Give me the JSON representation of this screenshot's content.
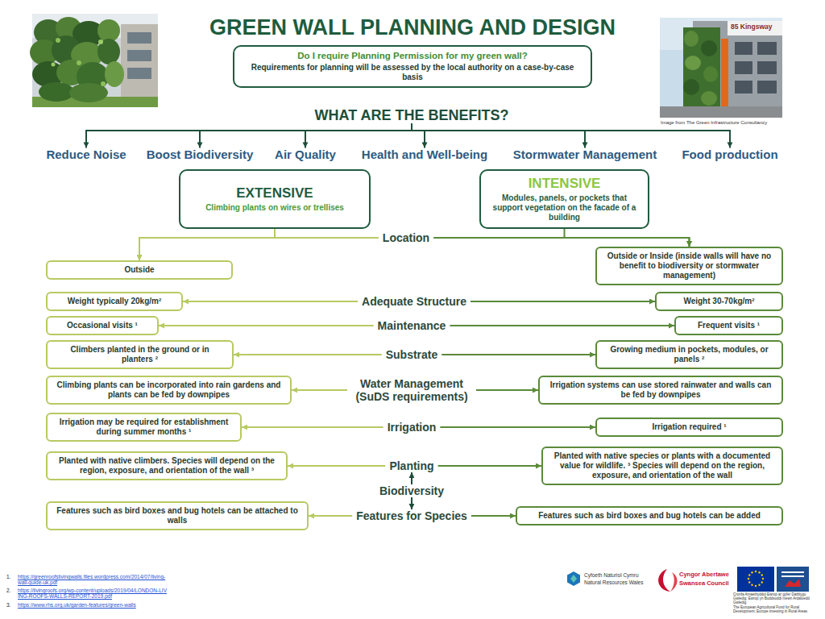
{
  "diagram": {
    "title": "GREEN WALL PLANNING AND DESIGN",
    "nodes": [
      {
        "text": [
          "Do I require Planning Permission for my green wall?",
          "Requirements for planning will be assessed by the local authority on a case-by-case basis"
        ]
      },
      {
        "text": [
          "WHAT ARE THE BENEFITS?"
        ]
      },
      {
        "text": [
          "Reduce Noise"
        ]
      },
      {
        "text": [
          "Boost Biodiversity"
        ]
      },
      {
        "text": [
          "Air Quality"
        ]
      },
      {
        "text": [
          "Health and Well-being"
        ]
      },
      {
        "text": [
          "Stormwater Management"
        ]
      },
      {
        "text": [
          "Food production"
        ]
      },
      {
        "text": [
          "EXTENSIVE",
          "Climbing plants on wires or trellises"
        ]
      },
      {
        "text": [
          "INTENSIVE",
          "Modules, panels, or pockets that support vegetation on the facade of a building"
        ]
      },
      {
        "text": [
          "Location"
        ]
      },
      {
        "text": [
          "Outside"
        ]
      },
      {
        "text": [
          "Outside or Inside (inside walls will have no benefit to biodiversity or stormwater management)"
        ]
      },
      {
        "text": [
          "Weight typically 20kg/m²"
        ]
      },
      {
        "text": [
          "Adequate Structure"
        ]
      },
      {
        "text": [
          "Weight 30-70kg/m²"
        ]
      },
      {
        "text": [
          "Occasional visits ¹"
        ]
      },
      {
        "text": [
          "Maintenance"
        ]
      },
      {
        "text": [
          "Frequent visits ¹"
        ]
      },
      {
        "text": [
          "Climbers planted in the ground or in planters ²"
        ]
      },
      {
        "text": [
          "Substrate"
        ]
      },
      {
        "text": [
          "Growing medium in pockets, modules, or panels ²"
        ]
      },
      {
        "text": [
          "Climbing plants can be incorporated into rain gardens and plants can be fed by downpipes"
        ]
      },
      {
        "text": [
          "Water Management (SuDS requirements)"
        ]
      },
      {
        "text": [
          "Irrigation systems can use stored rainwater and walls can be fed by downpipes"
        ]
      },
      {
        "text": [
          "Irrigation may be required for establishment during summer months ¹"
        ]
      },
      {
        "text": [
          "Irrigation"
        ]
      },
      {
        "text": [
          "Irrigation required ¹"
        ]
      },
      {
        "text": [
          "Planted with native climbers. Species will depend on the region, exposure, and orientation of the wall ³"
        ]
      },
      {
        "text": [
          "Planting"
        ]
      },
      {
        "text": [
          "Planted with native species or plants with a documented value for wildlife. ³ Species will depend on the region, exposure, and orientation of the wall"
        ]
      },
      {
        "text": [
          "Features such as bird boxes and bug hotels can be attached to walls"
        ]
      },
      {
        "text": [
          "Features for Species"
        ]
      },
      {
        "text": [
          "Features such as bird boxes and bug hotels can be added"
        ]
      }
    ],
    "edges": [
      {
        "from": 1,
        "to": 2,
        "arrow": "to"
      },
      {
        "from": 1,
        "to": 3,
        "arrow": "to"
      },
      {
        "from": 1,
        "to": 4,
        "arrow": "to"
      },
      {
        "from": 1,
        "to": 5,
        "arrow": "to"
      },
      {
        "from": 1,
        "to": 6,
        "arrow": "to"
      },
      {
        "from": 1,
        "to": 7,
        "arrow": "to"
      },
      {
        "from": 8,
        "to": 11,
        "arrow": "to"
      },
      {
        "from": 9,
        "to": 12,
        "arrow": "to"
      },
      {
        "from": 10,
        "to": 11,
        "arrow": "to"
      },
      {
        "from": 10,
        "to": 12,
        "arrow": "to"
      },
      {
        "from": 14,
        "to": 13,
        "arrow": "to"
      },
      {
        "from": 14,
        "to": 15,
        "arrow": "to"
      },
      {
        "from": 17,
        "to": 16,
        "arrow": "to"
      },
      {
        "from": 17,
        "to": 18,
        "arrow": "to"
      },
      {
        "from": 20,
        "to": 19,
        "arrow": "to"
      },
      {
        "from": 20,
        "to": 21,
        "arrow": "to"
      },
      {
        "from": 23,
        "to": 22,
        "arrow": "to"
      },
      {
        "from": 23,
        "to": 24,
        "arrow": "to"
      },
      {
        "from": 26,
        "to": 25,
        "arrow": "to"
      },
      {
        "from": 26,
        "to": 27,
        "arrow": "to"
      },
      {
        "from": 29,
        "to": 28,
        "arrow": "to"
      },
      {
        "from": 29,
        "to": 30,
        "arrow": "to"
      },
      {
        "from": 29,
        "to": 32,
        "arrow": "both",
        "label": "Biodiversity"
      },
      {
        "from": 32,
        "to": 31,
        "arrow": "to"
      },
      {
        "from": 32,
        "to": 33,
        "arrow": "to"
      }
    ],
    "labels": [
      "Image from The Green Infrastructure Consultancy",
      "85 Kingsway",
      "1.",
      "https://greenroofslivingwalls.files.wordpress.com/2014/07/living-wall-guide-uk.pdf",
      "2.",
      "https://livingroofs.org/wp-content/uploads/2019/04/LONDON-LIVING-ROOFS-WALLS-REPORT-2019.pdf",
      "3.",
      "https://www.rhs.org.uk/garden-features/green-walls",
      "Cyfoeth Naturiol Cymru",
      "Natural Resources Wales",
      "Cyngor Abertawe",
      "Swansea Council",
      "Cronfa Amaethyddol Ewrop ar gyfer Datblygu Gwledig: Ewrop yn Buddsoddi mewn Ardaloedd Gwledig",
      "The European Agricultural Fund for Rural Development: Europe investing in Rural Areas"
    ]
  }
}
